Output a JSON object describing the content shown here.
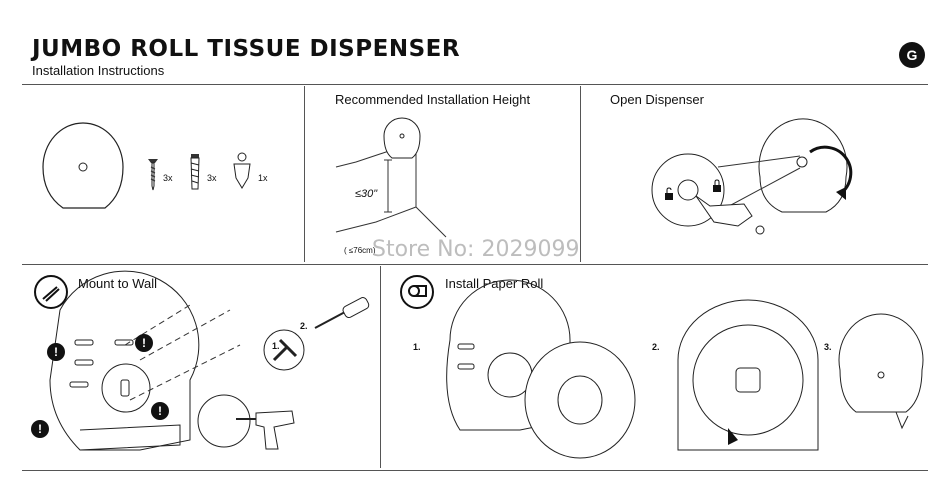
{
  "header": {
    "title": "JUMBO ROLL TISSUE DISPENSER",
    "subtitle": "Installation Instructions",
    "language_badge": "G"
  },
  "parts": {
    "screw_qty": "3x",
    "anchor_qty": "3x",
    "key_qty": "1x"
  },
  "height_panel": {
    "title": "Recommended Installation Height",
    "height_label": "≤30\"",
    "cm_label": "( ≤76cm)"
  },
  "open_panel": {
    "title": "Open Dispenser"
  },
  "mount_panel": {
    "title": "Mount to Wall",
    "step1": "1.",
    "step2": "2.",
    "warning": "!"
  },
  "install_panel": {
    "title": "Install Paper Roll",
    "step1": "1.",
    "step2": "2.",
    "step3": "3."
  },
  "watermark": "Store No: 2029099",
  "icons": [
    "screw-icon",
    "anchor-icon",
    "key-icon",
    "drill-icon",
    "hammer-icon",
    "screwdriver-icon",
    "roll-icon",
    "warning-icon",
    "lock-icon",
    "unlock-icon"
  ]
}
